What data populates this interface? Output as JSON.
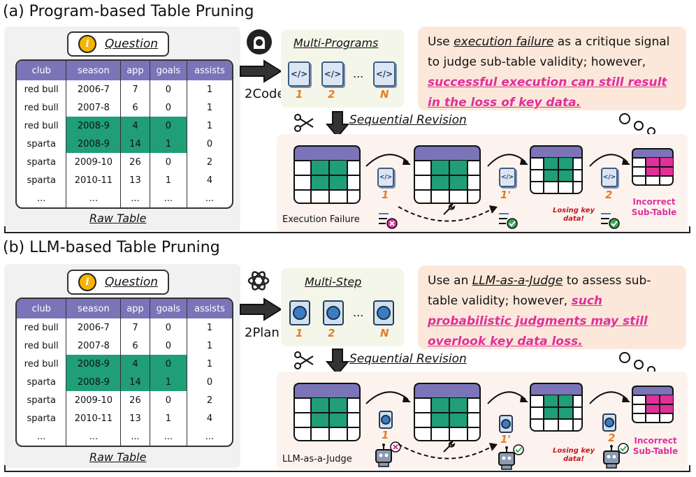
{
  "section_a": {
    "title": "(a) Program-based Table Pruning",
    "question_label": "Question",
    "table": {
      "headers": [
        "club",
        "season",
        "app",
        "goals",
        "assists"
      ],
      "rows": [
        [
          "red bull",
          "2006-7",
          "7",
          "0",
          "1"
        ],
        [
          "red bull",
          "2007-8",
          "6",
          "0",
          "1"
        ],
        [
          "red bull",
          "2008-9",
          "4",
          "0",
          "1"
        ],
        [
          "sparta",
          "2008-9",
          "14",
          "1",
          "0"
        ],
        [
          "sparta",
          "2009-10",
          "26",
          "0",
          "2"
        ],
        [
          "sparta",
          "2010-11",
          "13",
          "1",
          "4"
        ],
        [
          "...",
          "...",
          "...",
          "...",
          "..."
        ]
      ]
    },
    "raw_table_label": "Raw Table",
    "arrow_label": "2Code",
    "multi_title": "Multi-Programs",
    "tile_numbers": [
      "1",
      "2",
      "N"
    ],
    "ellipsis": "...",
    "critique": {
      "part1": "Use ",
      "underline": "execution failure",
      "part2": " as a critique signal to judge sub-table validity; however, ",
      "pink": "successful execution can still result in the loss of key data."
    },
    "seq_label": "Sequential Revision",
    "step_labels": [
      "1",
      "1'",
      "2"
    ],
    "judge_label": "Execution Failure",
    "losing_label": "Losing key data!",
    "incorrect_label": "Incorrect Sub-Table"
  },
  "section_b": {
    "title": "(b) LLM-based Table Pruning",
    "question_label": "Question",
    "table": {
      "headers": [
        "club",
        "season",
        "app",
        "goals",
        "assists"
      ],
      "rows": [
        [
          "red bull",
          "2006-7",
          "7",
          "0",
          "1"
        ],
        [
          "red bull",
          "2007-8",
          "6",
          "0",
          "1"
        ],
        [
          "red bull",
          "2008-9",
          "4",
          "0",
          "1"
        ],
        [
          "sparta",
          "2008-9",
          "14",
          "1",
          "0"
        ],
        [
          "sparta",
          "2009-10",
          "26",
          "0",
          "2"
        ],
        [
          "sparta",
          "2010-11",
          "13",
          "1",
          "4"
        ],
        [
          "...",
          "...",
          "...",
          "...",
          "..."
        ]
      ]
    },
    "raw_table_label": "Raw Table",
    "arrow_label": "2Plan",
    "multi_title": "Multi-Step",
    "tile_numbers": [
      "1",
      "2",
      "N"
    ],
    "ellipsis": "...",
    "critique": {
      "part1": "Use an ",
      "underline": "LLM-as-a-Judge",
      "part2": " to assess sub-table validity; however, ",
      "pink": "such probabilistic judgments may still overlook key data loss."
    },
    "seq_label": "Sequential Revision",
    "step_labels": [
      "1",
      "1'",
      "2"
    ],
    "judge_label": "LLM-as-a-Judge",
    "losing_label": "Losing key data!",
    "incorrect_label": "Incorrect Sub-Table"
  },
  "colors": {
    "header": "#7b74b8",
    "highlight": "#1f9e77",
    "incorrect": "#e0309a",
    "orange": "#e67e22"
  }
}
